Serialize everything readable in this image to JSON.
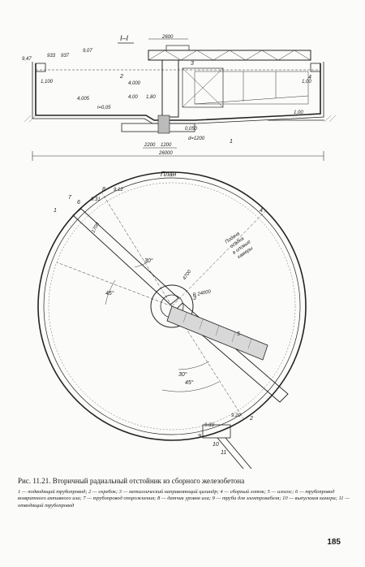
{
  "section": {
    "title": "I–I",
    "dims": {
      "top_width": "2600",
      "left_mark_1": "9,47",
      "left_mark_2": "933",
      "left_mark_3": "937",
      "left_mark_4": "9,07",
      "left_depth": "1,100",
      "mid_mark_1": "4,000",
      "mid_mark_2": "4,00",
      "mid_mark_3": "1,80",
      "bottom_mark": "4,005",
      "slope": "i=0,05",
      "right_depth": "1,00",
      "low_1": "0,050",
      "low_2": "1,00",
      "bottom_span_1": "2200",
      "bottom_span_2": "1200",
      "pipe": "d=1200",
      "overall": "26000"
    },
    "num_labels": [
      "1",
      "2",
      "3",
      "4"
    ]
  },
  "plan": {
    "title": "План",
    "angles": [
      "30°",
      "45°",
      "30°",
      "45°"
    ],
    "radius_labels": [
      "R 24000",
      "4700"
    ],
    "inside_text": [
      "Подача",
      "осадка",
      "в иловые",
      "камеры"
    ],
    "marks": [
      "9.12",
      "9.31",
      "9.33",
      "9.20"
    ],
    "num_labels": [
      "1",
      "2",
      "3",
      "4",
      "5",
      "6",
      "7",
      "8",
      "9",
      "10",
      "11"
    ],
    "beam_text": "1700"
  },
  "caption": "Рис. 11.21. Вторичный радиальный отстойник из сборного железобетона",
  "legend": "1 — подводящий трубопровод; 2 — скребок; 3 — металлический направляющий цилиндр; 4 — сборный лоток; 5 — илосос; 6 — трубопровод возвратного активного ила; 7 — трубопровод опорожнения; 8 — датчик уровня ила; 9 — труба для электрокабеля; 10 — выпускная камера; 11 — отводящий трубопровод",
  "page_number": "185"
}
